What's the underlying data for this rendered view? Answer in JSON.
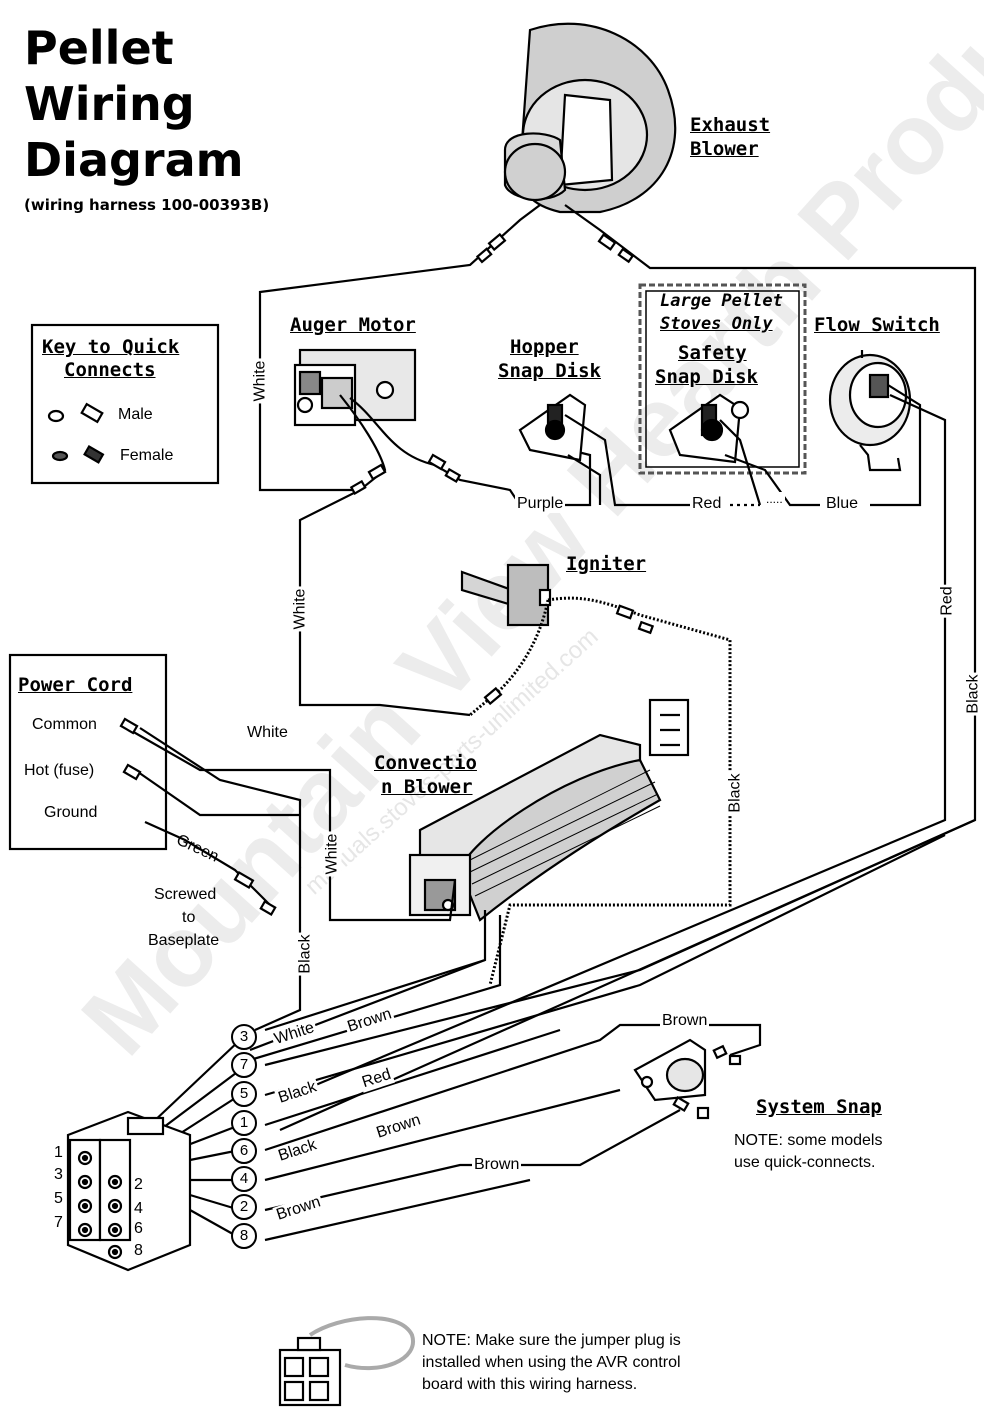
{
  "title": {
    "line1": "Pellet",
    "line2": "Wiring",
    "line3": "Diagram",
    "subtitle": "(wiring harness 100-00393B)"
  },
  "components": {
    "exhaust_blower": {
      "line1": "Exhaust",
      "line2": "Blower"
    },
    "auger_motor": "Auger Motor",
    "hopper_snap_disk": {
      "line1": "Hopper",
      "line2": "Snap Disk"
    },
    "large_pellet_note": {
      "line1": "Large Pellet",
      "line2": "Stoves Only"
    },
    "safety_snap_disk": {
      "line1": "Safety",
      "line2": "Snap Disk"
    },
    "flow_switch": "Flow Switch",
    "igniter": "Igniter",
    "convection_blower": {
      "line1": "Convectio",
      "line2": "n Blower"
    },
    "system_snap": "System Snap"
  },
  "key": {
    "title_line1": "Key to Quick",
    "title_line2": "Connects",
    "male": "Male",
    "female": "Female"
  },
  "power_cord": {
    "title": "Power Cord",
    "common": "Common",
    "hot": "Hot (fuse)",
    "ground": "Ground"
  },
  "screwed_note": {
    "line1": "Screwed",
    "line2": "to",
    "line3": "Baseplate"
  },
  "wire_labels": {
    "white_exhaust": "White",
    "white_auger": "White",
    "white_power": "White",
    "white_convection": "White",
    "purple": "Purple",
    "red_snap": "Red",
    "dots": ".....",
    "blue": "Blue",
    "red_flow": "Red",
    "black_flow": "Black",
    "black_igniter": "Black",
    "green": "Green",
    "black_hot": "Black",
    "brown_top": "Brown",
    "brown_bottom": "Brown"
  },
  "harness_rows": [
    {
      "pin": "3",
      "label": "White",
      "label2": "Brown"
    },
    {
      "pin": "7",
      "label": "",
      "label2": ""
    },
    {
      "pin": "5",
      "label": "Black",
      "label2": "Red"
    },
    {
      "pin": "1",
      "label": "",
      "label2": ""
    },
    {
      "pin": "6",
      "label": "Black",
      "label2": "Brown"
    },
    {
      "pin": "4",
      "label": "",
      "label2": ""
    },
    {
      "pin": "2",
      "label": "Brown",
      "label2": ""
    },
    {
      "pin": "8",
      "label": "",
      "label2": ""
    }
  ],
  "connector_pins": {
    "left": [
      "1",
      "3",
      "5",
      "7"
    ],
    "right": [
      "2",
      "4",
      "6",
      "8"
    ]
  },
  "system_snap_note": {
    "line1": "NOTE: some models",
    "line2": "use quick-connects."
  },
  "jumper_note": {
    "line1": "NOTE: Make sure the jumper plug is",
    "line2": "installed when using the AVR control",
    "line3": "board with this wiring harness."
  },
  "watermark": {
    "main": "Mountain View Hearth Products",
    "url": "manuals.stoves-parts-unlimited.com"
  },
  "colors": {
    "line": "#000000",
    "watermark": "#e6e6e6",
    "dashed_border": "#555555",
    "shade": "#bdbdbd"
  }
}
